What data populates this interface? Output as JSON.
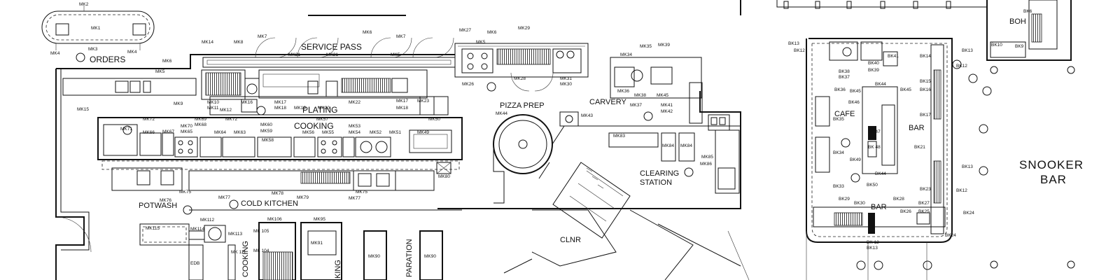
{
  "plan": {
    "area_labels": {
      "service_pass": "SERVICE PASS",
      "orders": "ORDERS",
      "plating": "PLATING",
      "cooking": "COOKING",
      "pizza_prep": "PIZZA PREP",
      "carvery": "CARVERY",
      "clearing_station_1": "CLEARING",
      "clearing_station_2": "STATION",
      "potwash": "POTWASH",
      "cold_kitchen": "COLD KITCHEN",
      "clnr": "CLNR",
      "cafe": "CAFE",
      "bar_1": "BAR",
      "bar_2": "BAR",
      "boh": "BOH",
      "snooker_1": "SNOOKER",
      "snooker_2": "BAR",
      "cooking_vert": "COOKING",
      "paration_vert": "PARATION",
      "king_vert": "KING"
    },
    "equipment_tags": [
      {
        "id": "mk2",
        "text": "MK2"
      },
      {
        "id": "mk1",
        "text": "MK1"
      },
      {
        "id": "mk3",
        "text": "MK3"
      },
      {
        "id": "mk4a",
        "text": "MK4"
      },
      {
        "id": "mk4b",
        "text": "MK4"
      },
      {
        "id": "mk14",
        "text": "MK14"
      },
      {
        "id": "mk8",
        "text": "MK8"
      },
      {
        "id": "mk7a",
        "text": "MK7"
      },
      {
        "id": "mk6a",
        "text": "MK6"
      },
      {
        "id": "mk7b",
        "text": "MK7"
      },
      {
        "id": "mk27",
        "text": "MK27"
      },
      {
        "id": "mk6b",
        "text": "MK6"
      },
      {
        "id": "mk29",
        "text": "MK29"
      },
      {
        "id": "mk5a",
        "text": "MK5"
      },
      {
        "id": "mk5b",
        "text": "MK5"
      },
      {
        "id": "mk5c",
        "text": "MK5"
      },
      {
        "id": "mk21a",
        "text": "MK21"
      },
      {
        "id": "mk21b",
        "text": "MK21"
      },
      {
        "id": "mk26",
        "text": "MK26"
      },
      {
        "id": "mk28",
        "text": "MK28"
      },
      {
        "id": "mk31",
        "text": "MK31"
      },
      {
        "id": "mk30",
        "text": "MK30"
      },
      {
        "id": "mk6c",
        "text": "MK6"
      },
      {
        "id": "mk9",
        "text": "MK9"
      },
      {
        "id": "mk15",
        "text": "MK15"
      },
      {
        "id": "mk10",
        "text": "MK10"
      },
      {
        "id": "mk11",
        "text": "MK11"
      },
      {
        "id": "mk12",
        "text": "MK12"
      },
      {
        "id": "mk16",
        "text": "MK16"
      },
      {
        "id": "mk17",
        "text": "MK17"
      },
      {
        "id": "mk18",
        "text": "MK18"
      },
      {
        "id": "mk19",
        "text": "MK19"
      },
      {
        "id": "mk20",
        "text": "MK20"
      },
      {
        "id": "mk22",
        "text": "MK22"
      },
      {
        "id": "mk23",
        "text": "MK23"
      },
      {
        "id": "mk17b",
        "text": "MK17"
      },
      {
        "id": "mk18b",
        "text": "MK18"
      },
      {
        "id": "mk72a",
        "text": "MK72"
      },
      {
        "id": "mk69",
        "text": "MK69"
      },
      {
        "id": "mk68",
        "text": "MK68"
      },
      {
        "id": "mk72b",
        "text": "MK72"
      },
      {
        "id": "mk71",
        "text": "MK71"
      },
      {
        "id": "mk70",
        "text": "MK70"
      },
      {
        "id": "mk66",
        "text": "MK66"
      },
      {
        "id": "mk67",
        "text": "MK67"
      },
      {
        "id": "mk65",
        "text": "MK65"
      },
      {
        "id": "mk64",
        "text": "MK64"
      },
      {
        "id": "mk63",
        "text": "MK63"
      },
      {
        "id": "mk60",
        "text": "MK60"
      },
      {
        "id": "mk59",
        "text": "MK59"
      },
      {
        "id": "mk58",
        "text": "MK58"
      },
      {
        "id": "mk57",
        "text": "MK57"
      },
      {
        "id": "mk56",
        "text": "MK56"
      },
      {
        "id": "mk55",
        "text": "MK55"
      },
      {
        "id": "mk54",
        "text": "MK54"
      },
      {
        "id": "mk53",
        "text": "MK53"
      },
      {
        "id": "mk52",
        "text": "MK52"
      },
      {
        "id": "mk51",
        "text": "MK51"
      },
      {
        "id": "mk50",
        "text": "MK50"
      },
      {
        "id": "mk49",
        "text": "MK49"
      },
      {
        "id": "mk44",
        "text": "MK44"
      },
      {
        "id": "mk43",
        "text": "MK43"
      },
      {
        "id": "mk34",
        "text": "MK34"
      },
      {
        "id": "mk35",
        "text": "MK35"
      },
      {
        "id": "mk39",
        "text": "MK39"
      },
      {
        "id": "mk36",
        "text": "MK36"
      },
      {
        "id": "mk38",
        "text": "MK38"
      },
      {
        "id": "mk37",
        "text": "MK37"
      },
      {
        "id": "mk45",
        "text": "MK45"
      },
      {
        "id": "mk41",
        "text": "MK41"
      },
      {
        "id": "mk42",
        "text": "MK42"
      },
      {
        "id": "mk83",
        "text": "MK83"
      },
      {
        "id": "mk84a",
        "text": "MK84"
      },
      {
        "id": "mk84b",
        "text": "MK84"
      },
      {
        "id": "mk85",
        "text": "MK85"
      },
      {
        "id": "mk86",
        "text": "MK86"
      },
      {
        "id": "mk80",
        "text": "MK80"
      },
      {
        "id": "mk75a",
        "text": "MK75"
      },
      {
        "id": "mk76",
        "text": "MK76"
      },
      {
        "id": "mk77a",
        "text": "MK77"
      },
      {
        "id": "mk78",
        "text": "MK78"
      },
      {
        "id": "mk79",
        "text": "MK79"
      },
      {
        "id": "mk75b",
        "text": "MK75"
      },
      {
        "id": "mk77b",
        "text": "MK77"
      },
      {
        "id": "mk112",
        "text": "MK112"
      },
      {
        "id": "mk115",
        "text": "MK115"
      },
      {
        "id": "mk114",
        "text": "MK114"
      },
      {
        "id": "mk113",
        "text": "MK113"
      },
      {
        "id": "mk106",
        "text": "MK106"
      },
      {
        "id": "mk95",
        "text": "MK95"
      },
      {
        "id": "mk105",
        "text": "MK 105"
      },
      {
        "id": "mk104",
        "text": "MK 104"
      },
      {
        "id": "mk91",
        "text": "MK91"
      },
      {
        "id": "mk90a",
        "text": "MK90"
      },
      {
        "id": "mk90b",
        "text": "MK90"
      },
      {
        "id": "mk111",
        "text": "MK 111"
      },
      {
        "id": "db",
        "text": "EDB"
      },
      {
        "id": "bk13a",
        "text": "BK13"
      },
      {
        "id": "bk12a",
        "text": "BK12"
      },
      {
        "id": "bk41",
        "text": "BK41"
      },
      {
        "id": "bk38",
        "text": "BK38"
      },
      {
        "id": "bk37",
        "text": "BK37"
      },
      {
        "id": "bk40",
        "text": "BK40"
      },
      {
        "id": "bk39",
        "text": "BK39"
      },
      {
        "id": "bk36",
        "text": "BK36"
      },
      {
        "id": "bk44a",
        "text": "BK44"
      },
      {
        "id": "bk45a",
        "text": "BK45"
      },
      {
        "id": "bk45b",
        "text": "BK45"
      },
      {
        "id": "bk46",
        "text": "BK46"
      },
      {
        "id": "bk35",
        "text": "BK35"
      },
      {
        "id": "bk47",
        "text": "BK 47"
      },
      {
        "id": "bk48",
        "text": "BK 48"
      },
      {
        "id": "bk34",
        "text": "BK34"
      },
      {
        "id": "bk49",
        "text": "BK49"
      },
      {
        "id": "bk44b",
        "text": "BK44"
      },
      {
        "id": "bk33",
        "text": "BK33"
      },
      {
        "id": "bk50",
        "text": "BK50"
      },
      {
        "id": "bk29",
        "text": "BK29"
      },
      {
        "id": "bk30",
        "text": "BK30"
      },
      {
        "id": "bk28",
        "text": "BK28"
      },
      {
        "id": "bk27",
        "text": "BK27"
      },
      {
        "id": "bk26",
        "text": "BK26"
      },
      {
        "id": "bk25",
        "text": "BK25"
      },
      {
        "id": "bk24a",
        "text": "BK24"
      },
      {
        "id": "bk24b",
        "text": "BK24"
      },
      {
        "id": "bk13b",
        "text": "BK13"
      },
      {
        "id": "bk14",
        "text": "BK14"
      },
      {
        "id": "bk15",
        "text": "BK15"
      },
      {
        "id": "bk16",
        "text": "BK16"
      },
      {
        "id": "bk17",
        "text": "BK17"
      },
      {
        "id": "bk21",
        "text": "BK21"
      },
      {
        "id": "bk23",
        "text": "BK23"
      },
      {
        "id": "bk12b",
        "text": "BK12"
      },
      {
        "id": "bk12c",
        "text": "BK12"
      },
      {
        "id": "bk13c",
        "text": "BK13"
      },
      {
        "id": "bk12d",
        "text": "BK 12"
      },
      {
        "id": "bk13d",
        "text": "BK13"
      },
      {
        "id": "bk10",
        "text": "BK10"
      },
      {
        "id": "bk9",
        "text": "BK9"
      },
      {
        "id": "bk6",
        "text": "BK6"
      }
    ]
  }
}
